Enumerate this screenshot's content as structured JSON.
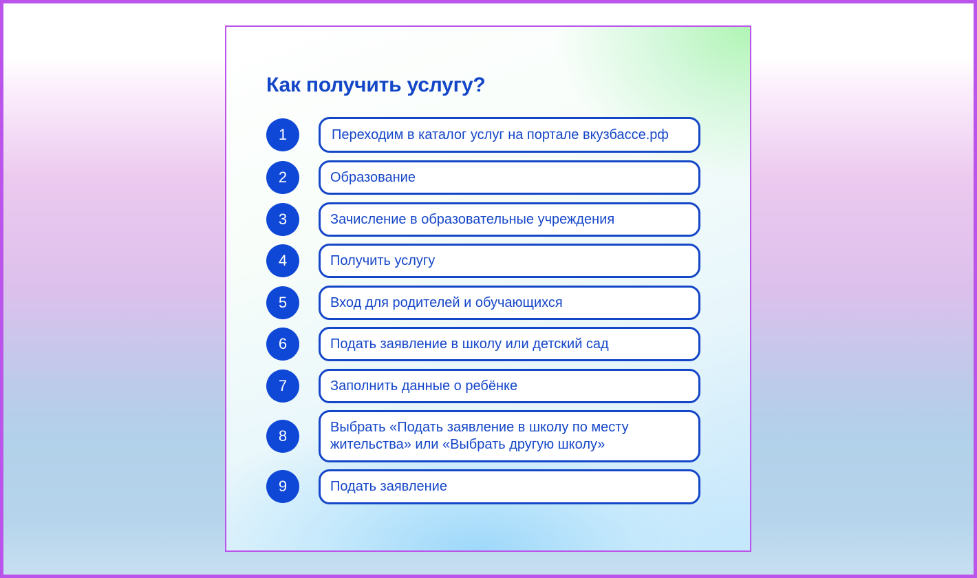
{
  "card": {
    "title": "Как получить услугу?",
    "steps": [
      {
        "number": "1",
        "text": "Переходим в каталог услуг на портале вкузбассе.рф"
      },
      {
        "number": "2",
        "text": "Образование"
      },
      {
        "number": "3",
        "text": "Зачисление в образовательные учреждения"
      },
      {
        "number": "4",
        "text": "Получить услугу"
      },
      {
        "number": "5",
        "text": "Вход для родителей и обучающихся"
      },
      {
        "number": "6",
        "text": "Подать заявление в школу или детский сад"
      },
      {
        "number": "7",
        "text": "Заполнить данные о ребёнке"
      },
      {
        "number": "8",
        "text": "Выбрать «Подать заявление в школу по месту жительства» или «Выбрать другую школу»"
      },
      {
        "number": "9",
        "text": "Подать заявление"
      }
    ]
  },
  "colors": {
    "accent": "#1446c8",
    "circle": "#0f47d6",
    "frame": "#bb54ea"
  }
}
